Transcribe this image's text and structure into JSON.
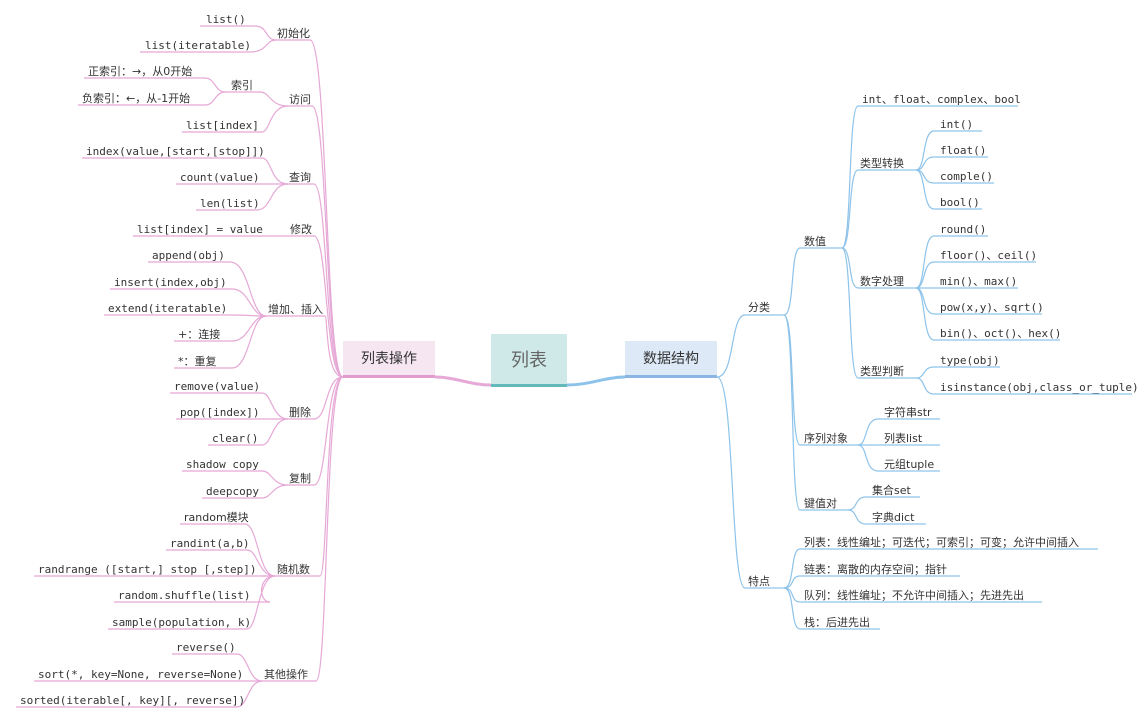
{
  "center": "列表",
  "left": {
    "root": "列表操作",
    "groups": [
      {
        "label": "初始化",
        "items": [
          "list()",
          "list(iteratable)"
        ]
      },
      {
        "label": "访问",
        "subgroup": {
          "label": "索引",
          "items": [
            "正索引：→，从0开始",
            "负索引：←，从-1开始"
          ]
        },
        "items": [
          "list[index]"
        ]
      },
      {
        "label": "查询",
        "items": [
          "index(value,[start,[stop]])",
          "count(value)",
          "len(list)"
        ]
      },
      {
        "label": "修改",
        "leaf": "list[index] = value"
      },
      {
        "label": "增加、插入",
        "items": [
          "append(obj)",
          "insert(index,obj)",
          "extend(iteratable)",
          "+：连接",
          "*：重复"
        ]
      },
      {
        "label": "删除",
        "items": [
          "remove(value)",
          "pop([index])",
          "clear()"
        ]
      },
      {
        "label": "复制",
        "items": [
          "shadow copy",
          "deepcopy"
        ]
      },
      {
        "label": "随机数",
        "items": [
          "random模块",
          "randint(a,b)",
          "randrange ([start,] stop [,step])",
          "random.shuffle(list)",
          "sample(population, k)"
        ]
      },
      {
        "label": "其他操作",
        "items": [
          "reverse()",
          "sort(*, key=None, reverse=None)",
          "sorted(iterable[, key][, reverse])"
        ]
      }
    ]
  },
  "right": {
    "root": "数据结构",
    "category": {
      "label": "分类",
      "numeric": {
        "label": "数值",
        "types": "int、float、complex、bool",
        "conversion": {
          "label": "类型转换",
          "items": [
            "int()",
            "float()",
            "comple()",
            "bool()"
          ]
        },
        "processing": {
          "label": "数字处理",
          "items": [
            "round()",
            "floor()、ceil()",
            "min()、max()",
            "pow(x,y)、sqrt()",
            "bin()、oct()、hex()"
          ]
        },
        "check": {
          "label": "类型判断",
          "items": [
            "type(obj)",
            "isinstance(obj,class_or_tuple)"
          ]
        }
      },
      "sequence": {
        "label": "序列对象",
        "items": [
          "字符串str",
          "列表list",
          "元组tuple"
        ]
      },
      "keyvalue": {
        "label": "键值对",
        "items": [
          "集合set",
          "字典dict"
        ]
      }
    },
    "features": {
      "label": "特点",
      "items": [
        "列表：线性编址；可迭代；可索引；可变；允许中间插入",
        "链表：离散的内存空间；指针",
        "队列：线性编址；不允许中间插入；先进先出",
        "栈：后进先出"
      ]
    }
  },
  "colors": {
    "left_line": "#e6a8d6",
    "right_line": "#8dc3ea",
    "center_fill": "#cfe9e8",
    "left_fill": "#f6e6f1",
    "right_fill": "#dde9f7"
  }
}
